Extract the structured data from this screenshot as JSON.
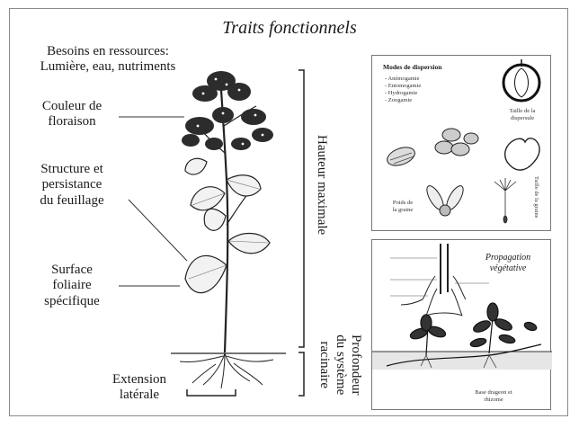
{
  "title": "Traits fonctionnels",
  "labels": {
    "besoins_line1": "Besoins en ressources:",
    "besoins_line2": "Lumière, eau, nutriments",
    "couleur_line1": "Couleur de",
    "couleur_line2": "floraison",
    "structure_line1": "Structure et",
    "structure_line2": "persistance",
    "structure_line3": "du feuillage",
    "surface_line1": "Surface",
    "surface_line2": "foliaire",
    "surface_line3": "spécifique",
    "extension_line1": "Extension",
    "extension_line2": "latérale",
    "hauteur": "Hauteur maximale",
    "profondeur_line1": "Profondeur",
    "profondeur_line2": "du système",
    "profondeur_line3": "racinaire"
  },
  "dispersion_panel": {
    "title": "Modes de dispersion",
    "modes": [
      "- Anémogamie",
      "- Entomogamie",
      "- Hydrogamie",
      "- Zoogamie"
    ],
    "taille_dispersule_line1": "Taille de la",
    "taille_dispersule_line2": "dispersule",
    "poids_graine_line1": "Poids de",
    "poids_graine_line2": "la graine",
    "taille_graine": "Taille de la graine"
  },
  "propagation_panel": {
    "title_line1": "Propagation",
    "title_line2": "végétative",
    "bottom_caption_line1": "Base drageon et",
    "bottom_caption_line2": "rhizome"
  }
}
